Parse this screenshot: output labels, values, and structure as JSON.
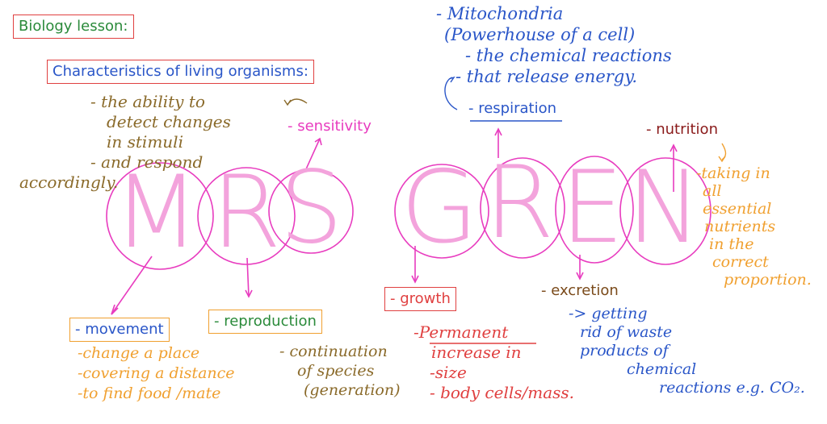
{
  "title": "Biology lesson:",
  "subtitle": "Characteristics of living organisms:",
  "mnemonic": {
    "letters": [
      "M",
      "R",
      "S",
      "G",
      "R",
      "E",
      "N"
    ]
  },
  "sensitivity": {
    "label": "- sensitivity",
    "notes": [
      "- the ability to",
      "detect changes",
      "in stimuli",
      "- and respond",
      "accordingly."
    ]
  },
  "movement": {
    "label": "- movement",
    "notes": [
      "-change a place",
      "-covering a distance",
      "-to find food /mate"
    ]
  },
  "reproduction": {
    "label": "- reproduction",
    "notes": [
      "- continuation",
      "of species",
      "(generation)"
    ]
  },
  "growth": {
    "label": "- growth",
    "notes": [
      "-Permanent",
      "increase in",
      "-size",
      "- body cells/mass."
    ]
  },
  "respiration": {
    "label": "- respiration",
    "notes": [
      "- Mitochondria",
      "(Powerhouse of a cell)",
      "- the chemical reactions",
      "- that release energy."
    ]
  },
  "excretion": {
    "label": "- excretion",
    "notes": [
      "-> getting",
      "rid of waste",
      "products of",
      "chemical",
      "reactions e.g. CO₂."
    ]
  },
  "nutrition": {
    "label": "- nutrition",
    "notes": [
      "-taking in",
      "all",
      "essential",
      "nutrients",
      "in the",
      "correct",
      "proportion."
    ]
  },
  "colors": {
    "title_box": "#e04040",
    "title_text": "#2a8a3a",
    "subtitle_text": "#2a56c8",
    "magenta": "#e83cbf",
    "pink_light": "#f3a3dc",
    "brown": "#8a6a2a",
    "orange": "#f0a030",
    "blue": "#2a56c8",
    "red": "#e04040",
    "maroon": "#8a1a1a",
    "green": "#2a8a3a",
    "darkbrown": "#7a4a1a"
  }
}
